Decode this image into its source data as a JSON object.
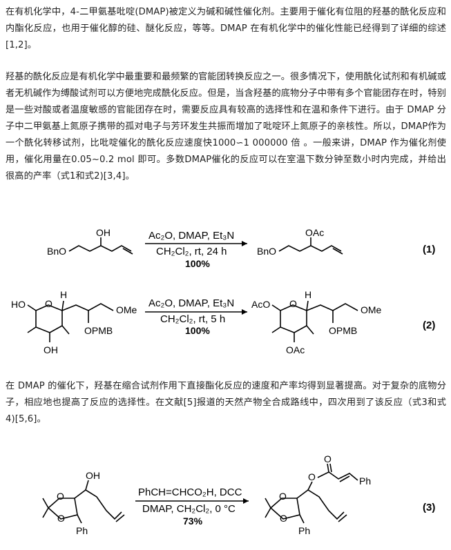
{
  "paragraphs": [
    "在有机化学中，4-二甲氨基吡啶(DMAP)被定义为碱和碱性催化剂。主要用于催化有位阻的羟基的酰化反应和内酯化反应，也用于催化醇的硅、醚化反应，等等。DMAP 在有机化学中的催化性能已经得到了详细的综述[1,2]。",
    "羟基的酰化反应是有机化学中最重要和最频繁的官能团转换反应之一。很多情况下，使用酰化试剂和有机碱或者无机碱作为缚酸试剂可以方便地完成酰化反应。但是，当含羟基的底物分子中带有多个官能团存在时，特别是一些对酸或者温度敏感的官能团存在时，需要反应具有较高的选择性和在温和条件下进行。由于 DMAP 分子中二甲氨基上氮原子携带的孤对电子与芳环发生共振而增加了吡啶环上氮原子的亲核性。所以，DMAP作为一个酰化转移试剂，比吡啶催化的酰化反应速度快1000∽1 000000 倍 。一般来讲，DMAP 作为催化剂使用，催化用量在0.05~0.2 mol 即可。多数DMAP催化的反应可以在室温下数分钟至数小时内完成，并给出很高的产率（式1和式2)[3,4]。",
    "在 DMAP 的催化下，羟基在缩合试剂作用下直接酯化反应的速度和产率均得到显著提高。对于复杂的底物分子，相应地也提高了反应的选择性。在文献[5]报道的天然产物全合成路线中，四次用到了该反应（式3和式4)[5,6]。"
  ],
  "schemes": {
    "eq1": {
      "reactant": {
        "bno": "BnO",
        "oh": "OH"
      },
      "conditions_line1": "Ac₂O, DMAP, Et₃N",
      "conditions_line2": "CH₂Cl₂, rt, 24 h",
      "yield": "100%",
      "product": {
        "bno": "BnO",
        "oac": "OAc"
      },
      "number": "(1)"
    },
    "eq2": {
      "reactant": {
        "ho": "HO",
        "o_ring": "O",
        "h": "H",
        "ome": "OMe",
        "opmb": "OPMB",
        "oh": "OH"
      },
      "conditions_line1": "Ac₂O, DMAP, Et₃N",
      "conditions_line2": "CH₂Cl₂, rt, 5 h",
      "yield": "100%",
      "product": {
        "aco": "AcO",
        "o_ring": "O",
        "h": "H",
        "ome": "OMe",
        "opmb": "OPMB",
        "oac": "OAc"
      },
      "number": "(2)"
    },
    "eq3": {
      "reactant": {
        "oh": "OH",
        "o1": "O",
        "o2": "O",
        "ph": "Ph"
      },
      "conditions_line1": "PhCH=CHCO₂H, DCC",
      "conditions_line2": "DMAP, CH₂Cl₂, 0 °C",
      "yield": "73%",
      "product": {
        "o_ester": "O",
        "o_carbonyl": "O",
        "ph_cinnamyl": "Ph",
        "o1": "O",
        "o2": "O",
        "ph": "Ph"
      },
      "number": "(3)"
    }
  }
}
